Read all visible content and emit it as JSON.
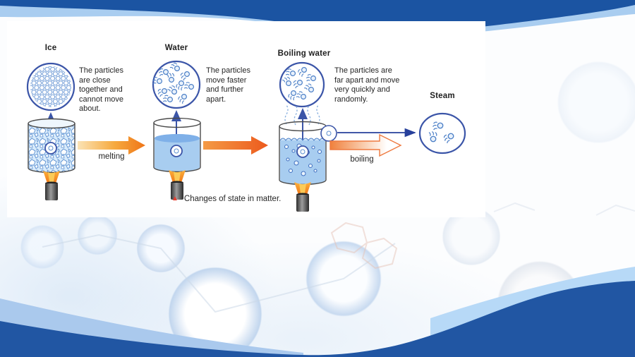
{
  "stages": [
    {
      "id": "ice",
      "title": "Ice",
      "description": "The particles\nare close\ntogether and\ncannot move\nabout."
    },
    {
      "id": "water",
      "title": "Water",
      "description": "The particles\nmove faster\nand further\napart."
    },
    {
      "id": "boiling-water",
      "title": "Boiling water",
      "description": "The particles are\nfar apart and move\nvery quickly and\nrandomly."
    },
    {
      "id": "steam",
      "title": "Steam",
      "description": ""
    }
  ],
  "transitions": [
    {
      "from": "ice",
      "to": "water",
      "label": "melting"
    },
    {
      "from": "water",
      "to": "boiling-water",
      "label": ""
    },
    {
      "from": "boiling-water",
      "to": "steam",
      "label": "boiling"
    }
  ],
  "caption": {
    "marker": "▲",
    "text": "Changes of state in matter."
  },
  "colors": {
    "top_band_blue": "#1b54a2",
    "wave_light_blue": "#a9cdf0",
    "bottom_wave_blue": "#2156a3",
    "outline_blue": "#3b55a8",
    "particle_blue": "#4a7ec6",
    "water_fill": "#a8cdf0",
    "water_surface": "#7fb0e8",
    "arrow_orange": "#ee6a1f",
    "flame_orange": "#ef7d1a",
    "burner_gray": "#3a3a3a",
    "caption_red": "#e63c2f",
    "text": "#262626"
  }
}
